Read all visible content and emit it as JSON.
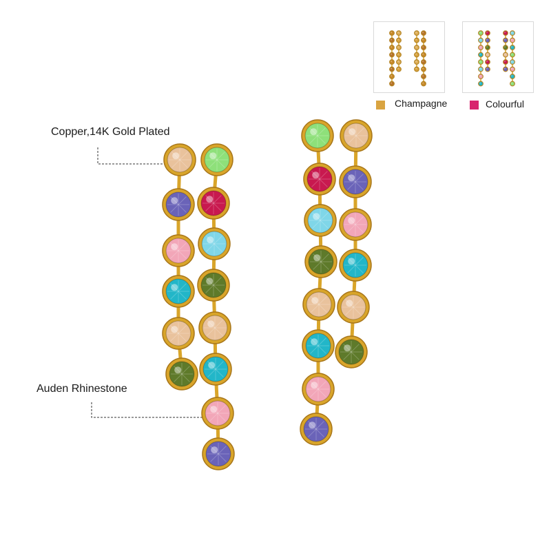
{
  "annotations": {
    "material": "Copper,14K Gold Plated",
    "stone": "Auden Rhinestone"
  },
  "color_options": [
    {
      "label": "Champagne",
      "swatch_color": "#d9a441"
    },
    {
      "label": "Colourful",
      "swatch_color": "#d8246e"
    }
  ],
  "colors": {
    "gold": "#d9a52a",
    "gold_dark": "#a8761a",
    "leader_line": "#333333",
    "stones": {
      "champagne": "#e9c29c",
      "peridot": "#8ee07a",
      "tanzanite": "#6a63b8",
      "fuchsia": "#c8194f",
      "rose": "#f2a6b8",
      "aquamarine": "#7fd6e8",
      "blue_zircon": "#22b6c8",
      "olive": "#5e7a2a"
    }
  }
}
